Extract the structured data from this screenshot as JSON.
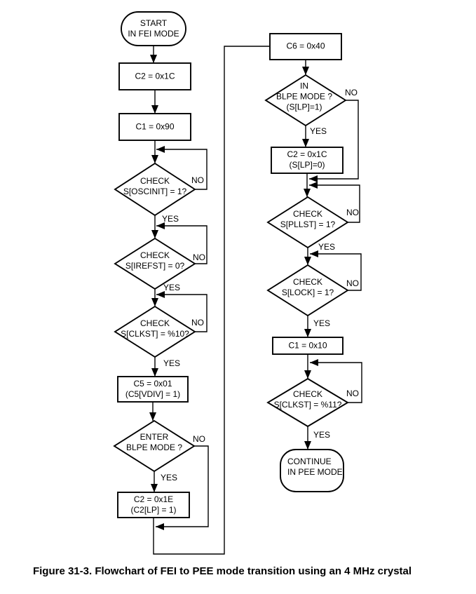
{
  "figure": {
    "caption": "Figure 31-3. Flowchart of FEI to PEE mode transition using an 4 MHz crystal"
  },
  "labels": {
    "yes": "YES",
    "no": "NO"
  },
  "nodes": {
    "start": "START\nIN FEI MODE",
    "set_c2_1c": "C2 = 0x1C",
    "set_c1_90": "C1 = 0x90",
    "check_oscinit": "CHECK\nS[OSCINIT] = 1?",
    "check_irefst": "CHECK\nS[IREFST] = 0?",
    "check_clkst_10": "CHECK\nS[CLKST] = %10?",
    "set_c5_01": "C5 = 0x01\n(C5[VDIV] = 1)",
    "enter_blpe": "ENTER\nBLPE MODE ?",
    "set_c2_1e": "C2 = 0x1E\n(C2[LP] = 1)",
    "set_c6_40": "C6 = 0x40",
    "in_blpe": "IN\nBLPE MODE ?\n(S[LP]=1)",
    "set_c2_1c_lp0": "C2 = 0x1C\n(S[LP]=0)",
    "check_pllst": "CHECK\nS[PLLST] = 1?",
    "check_lock": "CHECK\nS[LOCK] = 1?",
    "set_c1_10": "C1 = 0x10",
    "check_clkst_11": "CHECK\nS[CLKST] = %11?",
    "continue_pee": "CONTINUE\nIN PEE MODE"
  }
}
